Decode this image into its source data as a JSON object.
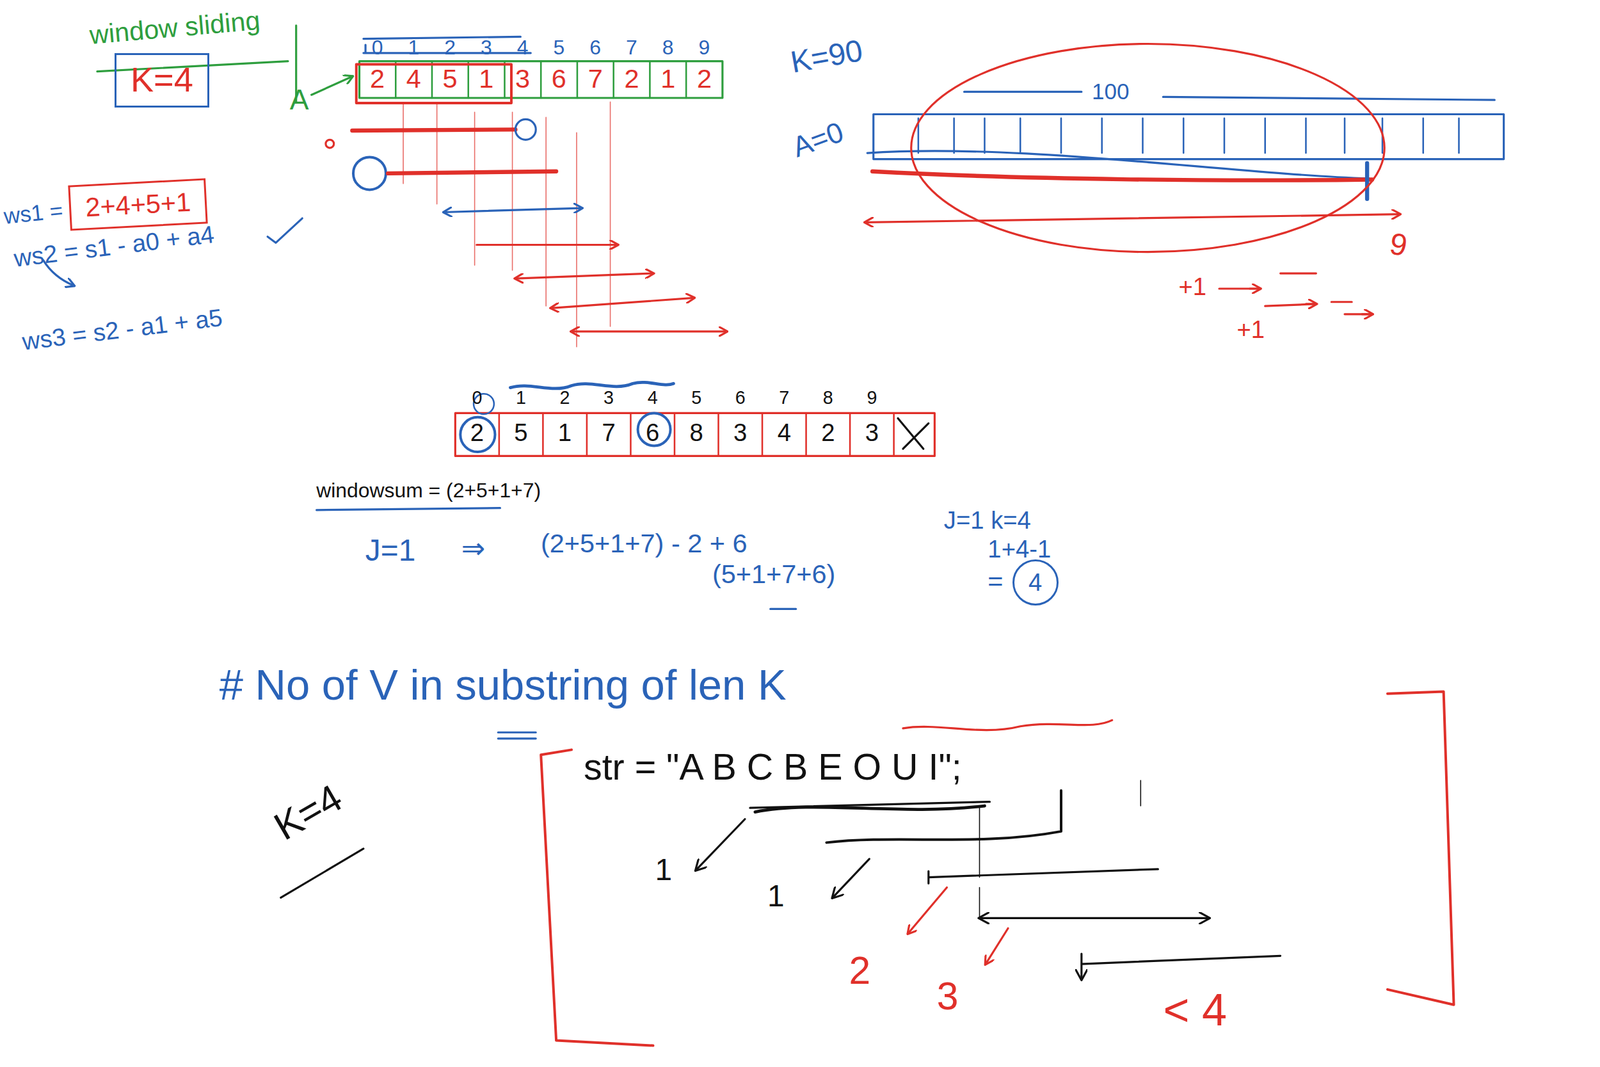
{
  "diagram": {
    "nodes": [
      {
        "text": [
          "K=4"
        ]
      },
      {
        "text": [
          "2+4+5+1"
        ]
      },
      {
        "text": [
          "4"
        ]
      }
    ],
    "labels": [
      "window sliding",
      "0",
      "1",
      "2",
      "3",
      "4",
      "5",
      "6",
      "7",
      "8",
      "9",
      "2",
      "4",
      "5",
      "1",
      "3",
      "6",
      "7",
      "2",
      "1",
      "2",
      "A",
      "ws1 =",
      "ws2 = s1 - a0 + a4",
      "ws3 = s2 - a1 + a5",
      "K=90",
      "A=0",
      "100",
      "9",
      "+1",
      "+1",
      "0",
      "1",
      "2",
      "3",
      "4",
      "5",
      "6",
      "7",
      "8",
      "9",
      "2",
      "5",
      "1",
      "7",
      "6",
      "8",
      "3",
      "4",
      "2",
      "3",
      "windowsum = (2+5+1+7)",
      "J=1",
      "⇒",
      "(2+5+1+7) - 2 + 6",
      "(5+1+7+6)",
      "J=1  k=4",
      "1+4-1",
      "=",
      "# No of V in substring of len K",
      "str = \"A B C B E O U I\";",
      "K=4",
      "1",
      "1",
      "2",
      "3",
      "< 4"
    ]
  }
}
